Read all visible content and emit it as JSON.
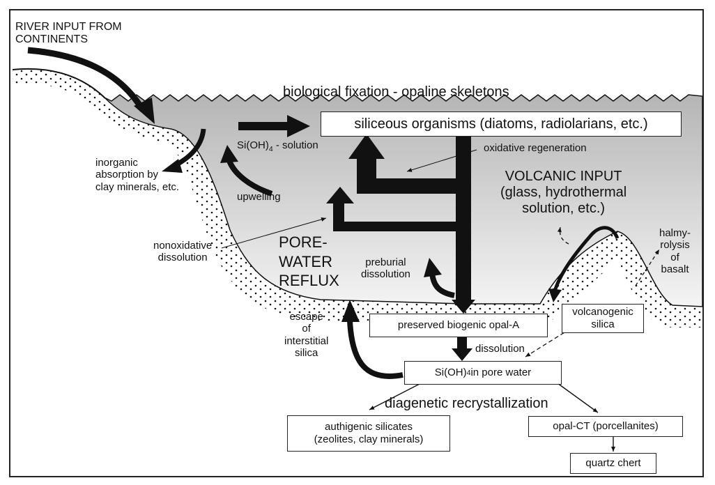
{
  "labels": {
    "river_input": "RIVER INPUT FROM\nCONTINENTS",
    "biological_fixation": "biological fixation - opaline skeletons",
    "solution_prefix": "Si(OH)",
    "solution_sub": "4",
    "solution_suffix": " - solution",
    "oxidative_regeneration": "oxidative regeneration",
    "inorganic_absorption": "inorganic\nabsorption by\nclay minerals, etc.",
    "upwelling": "upwelling",
    "volcanic_input": "VOLCANIC INPUT\n(glass, hydrothermal\nsolution, etc.)",
    "nonoxidative_dissolution": "nonoxidative\ndissolution",
    "pore_water_reflux": "PORE-\nWATER\nREFLUX",
    "preburial_dissolution": "preburial\ndissolution",
    "halmyrolysis": "halmy-\nrolysis\nof\nbasalt",
    "escape_interstitial": "escape\nof\ninterstitial\nsilica",
    "dissolution": "dissolution",
    "diagenetic_recrystallization": "diagenetic recrystallization"
  },
  "boxes": {
    "siliceous_organisms": "siliceous organisms (diatoms, radiolarians, etc.)",
    "preserved_opal": "preserved biogenic opal-A",
    "volcanogenic_silica": "volcanogenic\nsilica",
    "pore_water_prefix": "Si(OH)",
    "pore_water_sub": "4",
    "pore_water_suffix": " in pore water",
    "authigenic_silicates": "authigenic silicates\n(zeolites, clay minerals)",
    "opal_ct": "opal-CT (porcellanites)",
    "quartz_chert": "quartz chert"
  },
  "colors": {
    "water_top": "#bdbdbd",
    "water_bottom": "#ffffff",
    "ink": "#111111"
  }
}
